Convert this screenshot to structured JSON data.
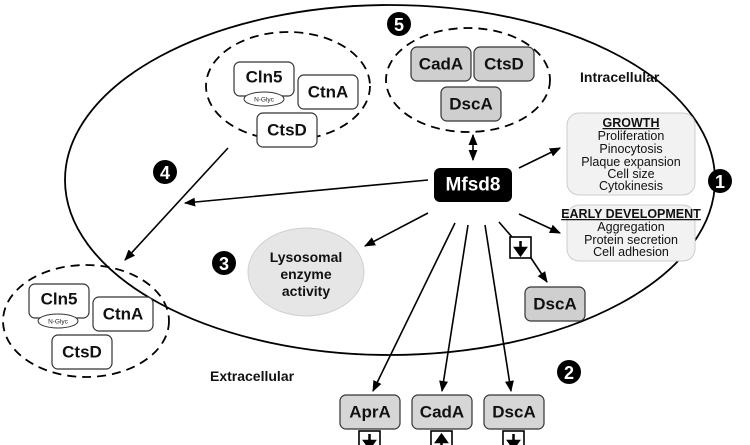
{
  "diagram": {
    "central_node": "Mfsd8",
    "regions": {
      "intracellular": "Intracellular",
      "extracellular": "Extracellular"
    },
    "numbers": [
      "1",
      "2",
      "3",
      "4",
      "5"
    ],
    "group4_intracellular": {
      "proteins": [
        "Cln5",
        "CtnA",
        "CtsD"
      ],
      "glycan_label": "N-Glyc"
    },
    "group4_extracellular": {
      "proteins": [
        "Cln5",
        "CtnA",
        "CtsD"
      ],
      "glycan_label": "N-Glyc"
    },
    "group5": {
      "proteins": [
        "CadA",
        "CtsD",
        "DscA"
      ]
    },
    "growth_box": {
      "title": "GROWTH",
      "items": [
        "Proliferation",
        "Pinocytosis",
        "Plaque expansion",
        "Cell size",
        "Cytokinesis"
      ]
    },
    "early_dev_box": {
      "title": "EARLY DEVELOPMENT",
      "items": [
        "Aggregation",
        "Protein secretion",
        "Cell adhesion"
      ]
    },
    "lysosomal_node": [
      "Lysosomal",
      "enzyme",
      "activity"
    ],
    "intracellular_dsca": {
      "label": "DscA",
      "change": "down"
    },
    "extracellular_proteins": [
      {
        "label": "AprA",
        "change": "down"
      },
      {
        "label": "CadA",
        "change": "up"
      },
      {
        "label": "DscA",
        "change": "down"
      }
    ],
    "colors": {
      "gray_fill": "#cfcfcf",
      "light_fill": "#ececec",
      "box_fill": "#f2f2f2",
      "dark": "#000000"
    }
  }
}
